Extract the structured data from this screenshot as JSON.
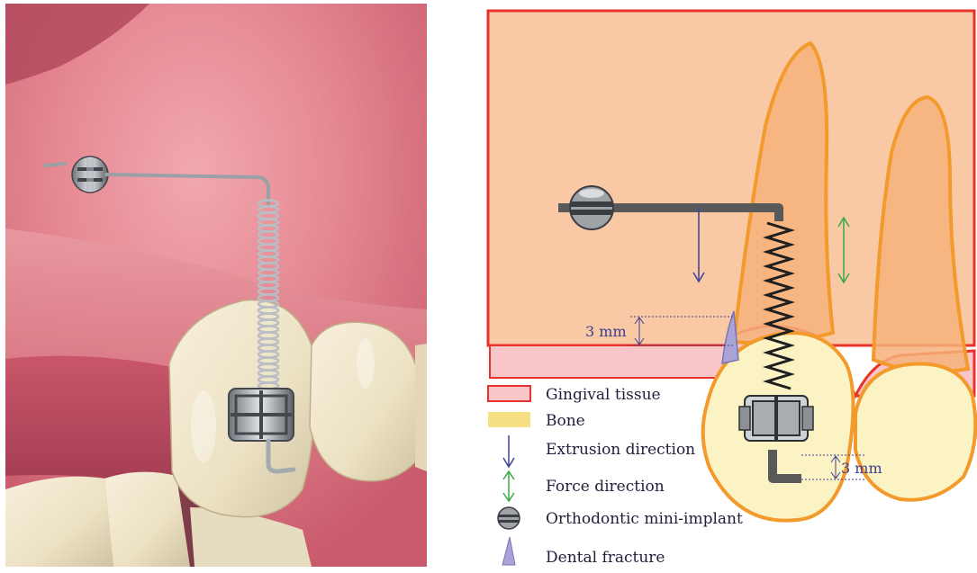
{
  "figure": {
    "measurements": {
      "gingival": "3 mm",
      "bracket": "3 mm"
    },
    "legend": [
      {
        "key": "gingival",
        "label": "Gingival tissue",
        "swatch": "pink-rect"
      },
      {
        "key": "bone",
        "label": "Bone",
        "swatch": "yellow-rect"
      },
      {
        "key": "extrusion",
        "label": "Extrusion direction",
        "swatch": "down-arrow-blue"
      },
      {
        "key": "force",
        "label": "Force direction",
        "swatch": "double-arrow-green"
      },
      {
        "key": "implant",
        "label": "Orthodontic mini-implant",
        "swatch": "screw-head"
      },
      {
        "key": "fracture",
        "label": "Dental fracture",
        "swatch": "wedge"
      }
    ],
    "colors": {
      "bone_fill": "#f9c9a5",
      "bone_border": "#e8322b",
      "gingival_fill": "#f8c6c8",
      "tooth_root_fill": "#f6b27a",
      "tooth_outline": "#f39a2c",
      "crown_fill": "#fbf3c4",
      "wire": "#595959",
      "extrusion_arrow": "#3a3f9a",
      "force_arrow": "#3aa845",
      "fracture_fill": "#a9a3d6",
      "legend_bone_swatch": "#f7df84"
    }
  }
}
